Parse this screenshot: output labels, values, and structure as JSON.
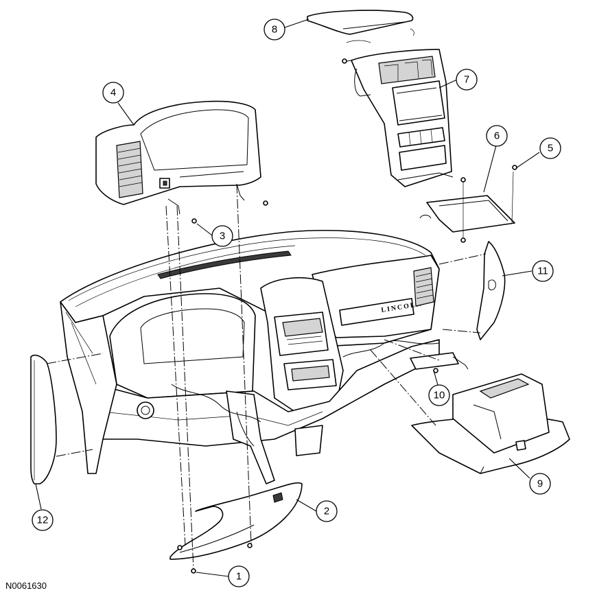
{
  "figure": {
    "id": "N0061630"
  },
  "callouts": [
    {
      "id": "callout-1",
      "label": "1"
    },
    {
      "id": "callout-2",
      "label": "2"
    },
    {
      "id": "callout-3",
      "label": "3"
    },
    {
      "id": "callout-4",
      "label": "4"
    },
    {
      "id": "callout-5",
      "label": "5"
    },
    {
      "id": "callout-6",
      "label": "6"
    },
    {
      "id": "callout-7",
      "label": "7"
    },
    {
      "id": "callout-8",
      "label": "8"
    },
    {
      "id": "callout-9",
      "label": "9"
    },
    {
      "id": "callout-10",
      "label": "10"
    },
    {
      "id": "callout-11",
      "label": "11"
    },
    {
      "id": "callout-12",
      "label": "12"
    }
  ],
  "panel_lettering": "LINCOLN"
}
